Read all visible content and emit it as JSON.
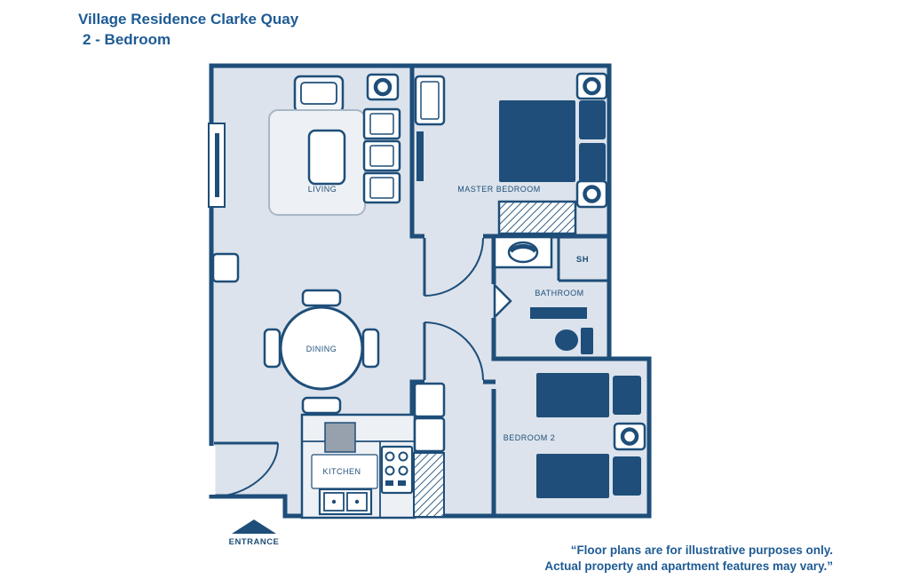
{
  "header": {
    "title": "Village Residence Clarke Quay",
    "subtitle": "2 - Bedroom"
  },
  "floorplan": {
    "rooms": {
      "living": "LIVING",
      "master_bedroom": "MASTER BEDROOM",
      "shower": "SH",
      "bathroom": "BATHROOM",
      "dining": "DINING",
      "kitchen": "KITCHEN",
      "bedroom_2": "BEDROOM 2",
      "entrance": "ENTRANCE"
    },
    "colors": {
      "wall": "#1e4e79",
      "floor": "#dce3ec",
      "furniture_dark": "#1e4e79",
      "accent_text": "#1e5b94"
    }
  },
  "footer": {
    "line1": "“Floor plans are for illustrative purposes only.",
    "line2": "Actual property and apartment features may vary.”"
  }
}
